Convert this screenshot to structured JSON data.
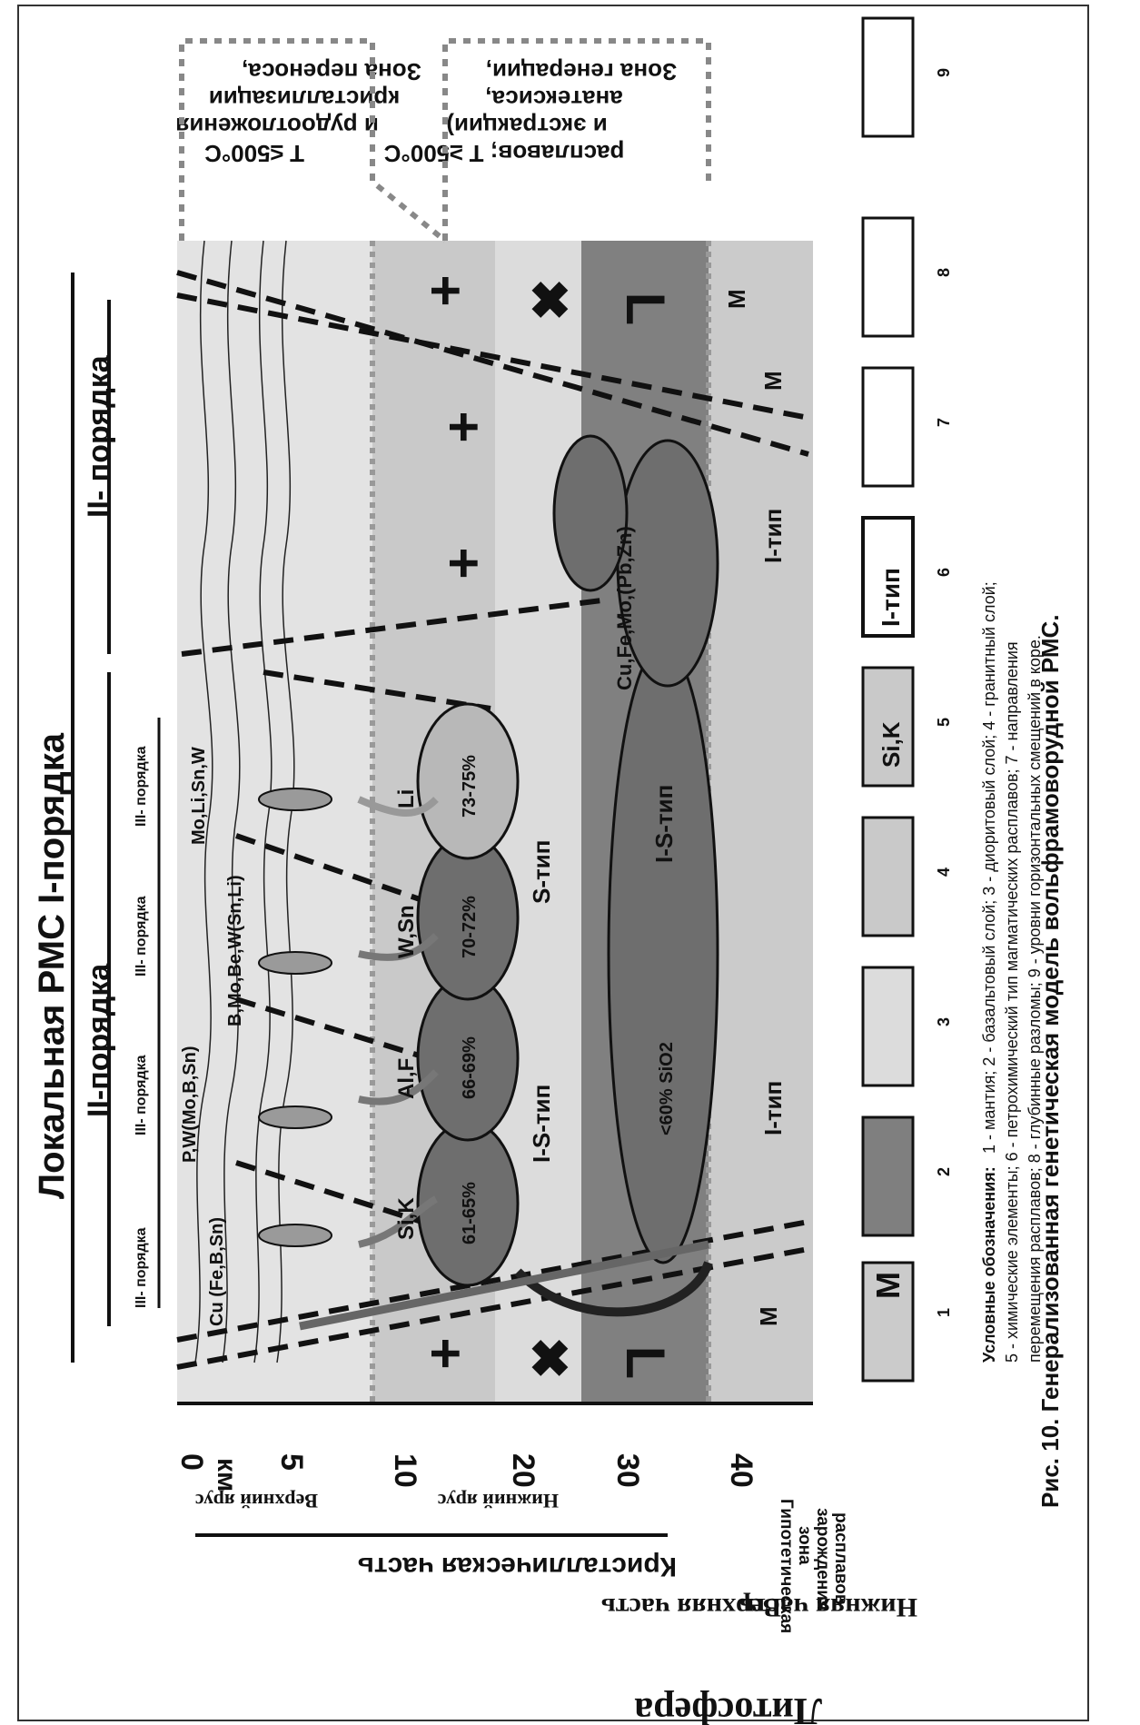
{
  "caption": "Рис. 10. Генерализованная генетическая модель вольфрамоворудной РМС.",
  "legend": {
    "heading": "Условные обозначения:",
    "line1": "1 - мантия; 2 - базальтовый слой; 3 - диоритовый слой; 4 - гранитный слой;",
    "line2": "5 - химические элементы; 6 - петрохимический тип магматических расплавов; 7 - направления",
    "line3": "перемещения расплавов; 8 - глубинные разломы; 9 - уровни горизонтальных смещений в коре.",
    "numbers": [
      "1",
      "2",
      "3",
      "4",
      "5",
      "6",
      "7",
      "8",
      "9"
    ],
    "box1": "М",
    "box5": "Si,K",
    "box6": "I-тип"
  },
  "depth_axis": {
    "ticks": [
      "0",
      "5",
      "10",
      "20",
      "30",
      "40"
    ],
    "unit": "км"
  },
  "side_labels": {
    "lithosphere": "Литосфера",
    "upper_part": "Верхняя часть",
    "lower_part": "Нижняя часть",
    "crystalline": "Кристаллическая часть",
    "upper_tier": "Верхний ярус",
    "lower_tier": "Нижний ярус",
    "hypo_zone_1": "Гипотетическая",
    "hypo_zone_2": "зона",
    "hypo_zone_3": "зарождения",
    "hypo_zone_4": "расплавов"
  },
  "zones": {
    "transport_1": "Зона переноса,",
    "transport_2": "кристаллизации",
    "transport_3": "и рудоотложения",
    "transport_4": "Т ≤500°С",
    "generation_1": "Зона генерации,",
    "generation_2": "анатексиса,",
    "generation_3": "и экстракции)",
    "generation_4": "расплавов; Т ≥500°С"
  },
  "orders": {
    "local": "Локальная РМС I-порядка",
    "second_left": "II-порядка",
    "second_right": "II- порядка",
    "third": "III- порядка"
  },
  "metals": {
    "m1": "Cu (Fe,B,Sn)",
    "m2": "P,W(Mo,B,Sn)",
    "m3": "B,Mo,Be,W(Sn,Li)",
    "m4": "Mo,Li,Sn,W",
    "deep": "Cu,Fe,Mo,(Pb,Zn)"
  },
  "elements": [
    "Si,K",
    "Al,F",
    "W,Sn",
    "Li"
  ],
  "silica": [
    "61-65%",
    "66-69%",
    "70-72%",
    "73-75%"
  ],
  "silica_deep": "<60% SiO2",
  "types": {
    "is": "I-S-тип",
    "s": "S-тип",
    "is2": "I-S-тип",
    "i": "I-тип",
    "mantle": "М"
  },
  "colors": {
    "granite": "#dedede",
    "diorite": "#c6c6c6",
    "basalt": "#7f7f7f",
    "mantle": "#cbcbcb",
    "upper": "#e2e2e2",
    "oval_dark": "#6e6e6e",
    "oval_light": "#b8b8b8"
  }
}
